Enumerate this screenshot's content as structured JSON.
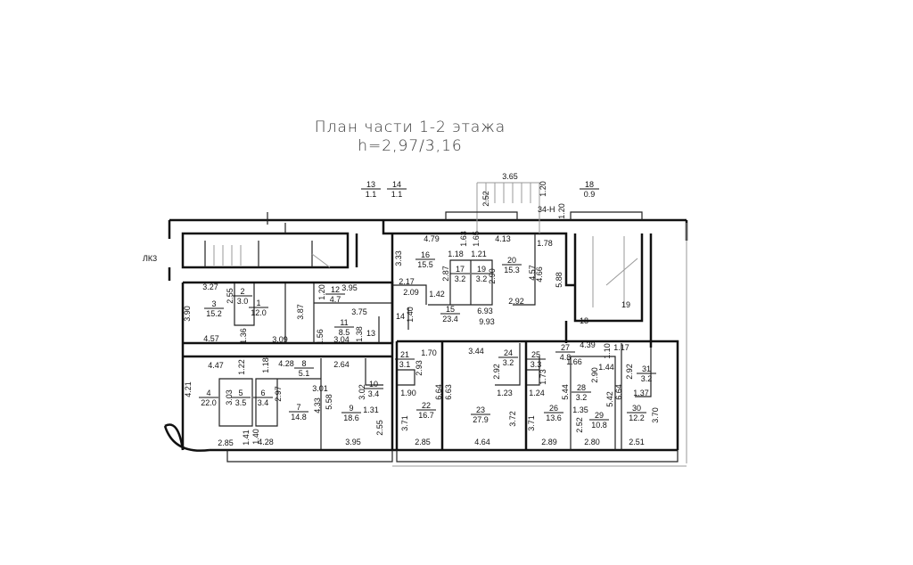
{
  "title": {
    "line1": "План части 1-2 этажа",
    "line2": "h=2,97/3,16"
  },
  "labels": {
    "lk": "ЛК3",
    "stair_mark": "34-Н"
  },
  "rooms": [
    {
      "n": "1",
      "a": "12.0"
    },
    {
      "n": "2",
      "a": "3.0"
    },
    {
      "n": "3",
      "a": "15.2"
    },
    {
      "n": "4",
      "a": "22.0"
    },
    {
      "n": "5",
      "a": "3.5"
    },
    {
      "n": "6",
      "a": "3.4"
    },
    {
      "n": "7",
      "a": "14.8"
    },
    {
      "n": "8",
      "a": "5.1"
    },
    {
      "n": "9",
      "a": "18.6"
    },
    {
      "n": "10",
      "a": "3.4"
    },
    {
      "n": "11",
      "a": "8.5"
    },
    {
      "n": "12",
      "a": "4.7"
    },
    {
      "n": "15",
      "a": "23.4"
    },
    {
      "n": "16",
      "a": "15.5"
    },
    {
      "n": "17",
      "a": "3.2"
    },
    {
      "n": "19",
      "a": "3.2"
    },
    {
      "n": "20",
      "a": "15.3"
    },
    {
      "n": "21",
      "a": "3.1"
    },
    {
      "n": "22",
      "a": "16.7"
    },
    {
      "n": "23",
      "a": "27.9"
    },
    {
      "n": "24",
      "a": "3.2"
    },
    {
      "n": "25",
      "a": "3.3"
    },
    {
      "n": "26",
      "a": "13.6"
    },
    {
      "n": "27",
      "a": "4.8"
    },
    {
      "n": "28",
      "a": "3.2"
    },
    {
      "n": "29",
      "a": "10.8"
    },
    {
      "n": "30",
      "a": "12.2"
    },
    {
      "n": "31",
      "a": "3.2"
    },
    {
      "n": "13",
      "a": "1.1"
    },
    {
      "n": "14",
      "a": "1.1"
    },
    {
      "n": "18",
      "a": "0.9"
    }
  ],
  "plain_rooms": [
    "13",
    "14",
    "18",
    "19"
  ],
  "dimensions": [
    "3.27",
    "2.55",
    "3.90",
    "3.87",
    "1.36",
    "4.57",
    "3.09",
    "3.95",
    "1.20",
    "3.75",
    "1.56",
    "3.04",
    "1.38",
    "4.47",
    "1.22",
    "1.18",
    "4.28",
    "2.64",
    "4.21",
    "3.03",
    "2.97",
    "3.01",
    "3.02",
    "4.33",
    "5.58",
    "1.31",
    "2.55",
    "2.85",
    "1.41",
    "1.40",
    "4.28",
    "3.95",
    "3.65",
    "2.52",
    "1.20",
    "1.20",
    "4.79",
    "1.63",
    "1.65",
    "4.13",
    "1.78",
    "3.33",
    "1.18",
    "1.21",
    "2.87",
    "2.90",
    "4.57",
    "4.66",
    "5.88",
    "2.17",
    "2.09",
    "1.42",
    "2.92",
    "6.93",
    "1.40",
    "9.93",
    "1.70",
    "3.44",
    "4.39",
    "1.10",
    "1.17",
    "2.93",
    "2.92",
    "1.66",
    "1.44",
    "1.73",
    "2.90",
    "2.92",
    "6.64",
    "6.63",
    "6.64",
    "5.44",
    "5.42",
    "1.90",
    "1.23",
    "1.24",
    "1.37",
    "1.35",
    "3.71",
    "3.72",
    "3.71",
    "2.52",
    "3.70",
    "2.85",
    "4.64",
    "2.89",
    "2.80",
    "2.51"
  ]
}
